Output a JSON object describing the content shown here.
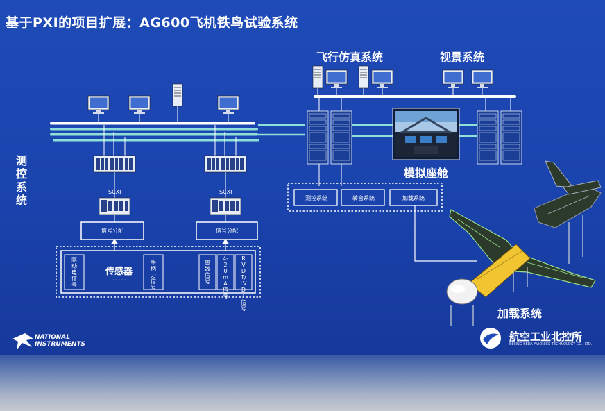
{
  "slide": {
    "title": "基于PXI的项目扩展：AG600飞机铁鸟试验系统"
  },
  "groups": {
    "flight_sim": "飞行仿真系统",
    "visual": "视景系统",
    "measure_control": "测控系统",
    "cockpit": "模拟座舱",
    "loading": "加载系统"
  },
  "left_stack": {
    "chassis_label_1": "SCXI",
    "chassis_label_2": "SCXI",
    "signal_split_1": "信号分配",
    "signal_split_2": "信号分配",
    "sensor_main": "传感器",
    "sensor_dots": "......",
    "sensor_items": [
      "驱动电信号",
      "手柄力信号",
      "离散信号",
      "4-20mA信号",
      "RVDT/LVDT信号"
    ]
  },
  "right_subsystems": [
    "测控系统",
    "转台系统",
    "加载系统"
  ],
  "logos": {
    "ni_line1": "NATIONAL",
    "ni_line2": "INSTRUMENTS",
    "avic_name": "航空工业北控所",
    "avic_sub": "BEIJING KEDA AVIONICS TECHNOLOGY CO., LTD."
  },
  "colors": {
    "bus_cyan": "#8fe0d8",
    "device_fill": "#e8eef8",
    "frame_white": "#ffffff",
    "background": "#1f4bb8"
  }
}
